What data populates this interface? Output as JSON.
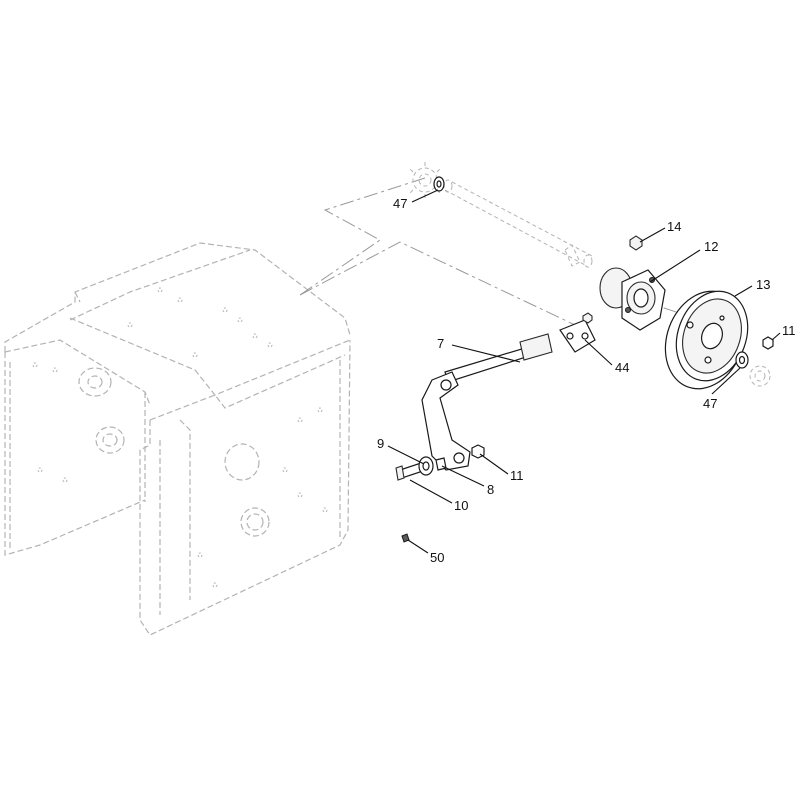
{
  "callouts": [
    {
      "id": "47a",
      "text": "47"
    },
    {
      "id": "14",
      "text": "14"
    },
    {
      "id": "12",
      "text": "12"
    },
    {
      "id": "13",
      "text": "13"
    },
    {
      "id": "11a",
      "text": "11"
    },
    {
      "id": "47b",
      "text": "47"
    },
    {
      "id": "7",
      "text": "7"
    },
    {
      "id": "44",
      "text": "44"
    },
    {
      "id": "9",
      "text": "9"
    },
    {
      "id": "11b",
      "text": "11"
    },
    {
      "id": "8",
      "text": "8"
    },
    {
      "id": "10",
      "text": "10"
    },
    {
      "id": "50",
      "text": "50"
    }
  ],
  "colors": {
    "line": "#1a1a1a",
    "ghost": "#b3b3b3",
    "background": "#ffffff"
  }
}
